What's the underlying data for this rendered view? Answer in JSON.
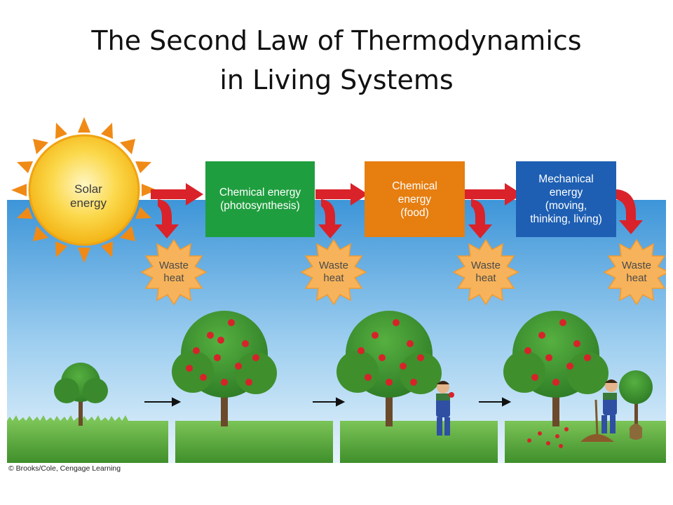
{
  "title": {
    "line1": "The Second Law of Thermodynamics",
    "line2": "in Living Systems"
  },
  "diagram": {
    "sun_label": "Solar\nenergy",
    "boxes": [
      {
        "id": "photosynthesis",
        "label": "Chemical energy\n(photosynthesis)",
        "color": "#1f9e3f"
      },
      {
        "id": "food",
        "label": "Chemical\nenergy\n(food)",
        "color": "#e67e10"
      },
      {
        "id": "mechanical",
        "label": "Mechanical\nenergy\n(moving,\nthinking, living)",
        "color": "#1e5fb3"
      }
    ],
    "waste_heat": [
      {
        "label": "Waste\nheat"
      },
      {
        "label": "Waste\nheat"
      },
      {
        "label": "Waste\nheat"
      },
      {
        "label": "Waste\nheat"
      }
    ],
    "credit": "© Brooks/Cole, Cengage Learning"
  },
  "colors": {
    "flow_arrow": "#d9222a",
    "sky_top": "#3d95d8",
    "sky_bottom": "#e6f3fb",
    "grass": "#5aa83a",
    "sun": "#f6c21a",
    "sun_rays": "#f08a16",
    "waste_star": "#f7b35b"
  }
}
